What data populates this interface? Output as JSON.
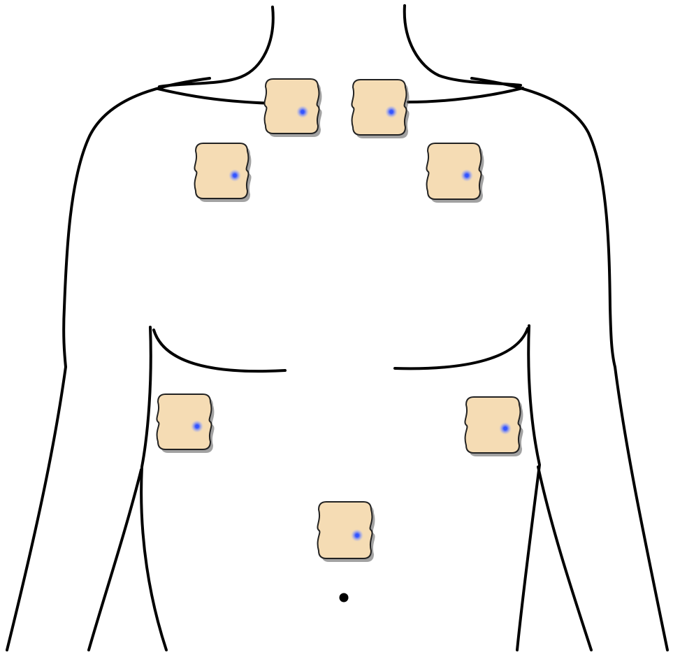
{
  "figure": {
    "background_color": "#ffffff",
    "outline_color": "#000000",
    "pad_color": "#f5dcb4",
    "snap_color": "#3355ff",
    "electrode_count": 7,
    "electrodes": [
      {
        "id": "upper-right-clavicle"
      },
      {
        "id": "upper-left-clavicle"
      },
      {
        "id": "right-upper-chest"
      },
      {
        "id": "left-upper-chest"
      },
      {
        "id": "right-lower-torso"
      },
      {
        "id": "left-lower-torso"
      },
      {
        "id": "lower-abdomen"
      }
    ],
    "landmarks": [
      "neck",
      "shoulders",
      "clavicles",
      "arms",
      "rib-cage",
      "navel"
    ]
  }
}
